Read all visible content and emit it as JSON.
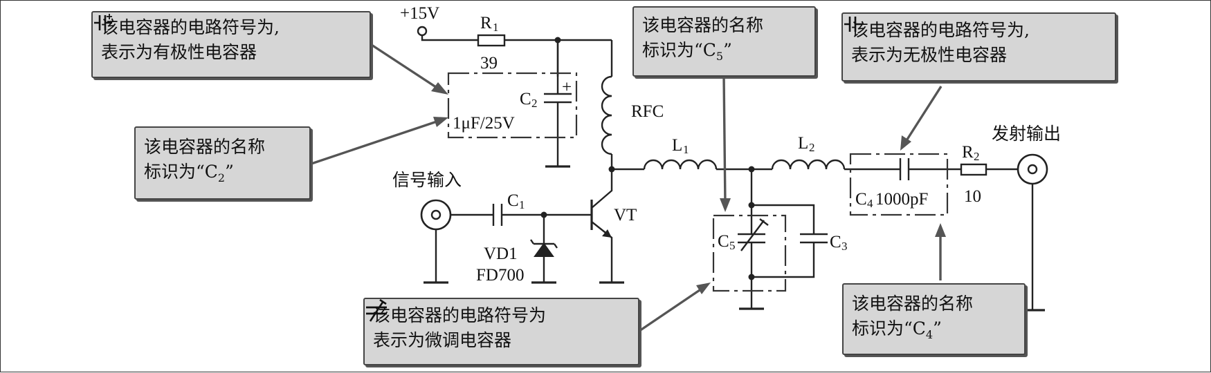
{
  "callouts": {
    "c2_polar": {
      "line1": "该电容器的电路符号为",
      "line1_end": ",",
      "line2": "表示为有极性电容器"
    },
    "c2_name": {
      "line1": "该电容器的名称",
      "line2_pre": "标识为“C",
      "line2_sub": "2",
      "line2_post": "”"
    },
    "c5_name": {
      "line1": "该电容器的名称",
      "line2_pre": "标识为“C",
      "line2_sub": "5",
      "line2_post": "”"
    },
    "c4_nonpolar": {
      "line1": "该电容器的电路符号为",
      "line1_end": ",",
      "line2": "表示为无极性电容器"
    },
    "c5_trim": {
      "line1": "该电容器的电路符号为",
      "line2": "表示为微调电容器"
    },
    "c4_name": {
      "line1": "该电容器的名称",
      "line2_pre": "标识为“C",
      "line2_sub": "4",
      "line2_post": "”"
    }
  },
  "labels": {
    "supply": "+15V",
    "r1_letter": "R",
    "r1_sub": "1",
    "r1_value": "39",
    "c2_letter": "C",
    "c2_sub": "2",
    "c2_plus": "+",
    "c2_value": "1μF/25V",
    "rfc": "RFC",
    "l1_letter": "L",
    "l1_sub": "1",
    "l2_letter": "L",
    "l2_sub": "2",
    "signal_in": "信号输入",
    "c1_letter": "C",
    "c1_sub": "1",
    "vt": "VT",
    "vd1": "VD1",
    "vd1_model": "FD700",
    "c5_letter": "C",
    "c5_sub": "5",
    "c3_letter": "C",
    "c3_sub": "3",
    "c4_letter": "C",
    "c4_sub": "4",
    "c4_value": "1000pF",
    "r2_letter": "R",
    "r2_sub": "2",
    "r2_value": "10",
    "tx_out": "发射输出"
  }
}
